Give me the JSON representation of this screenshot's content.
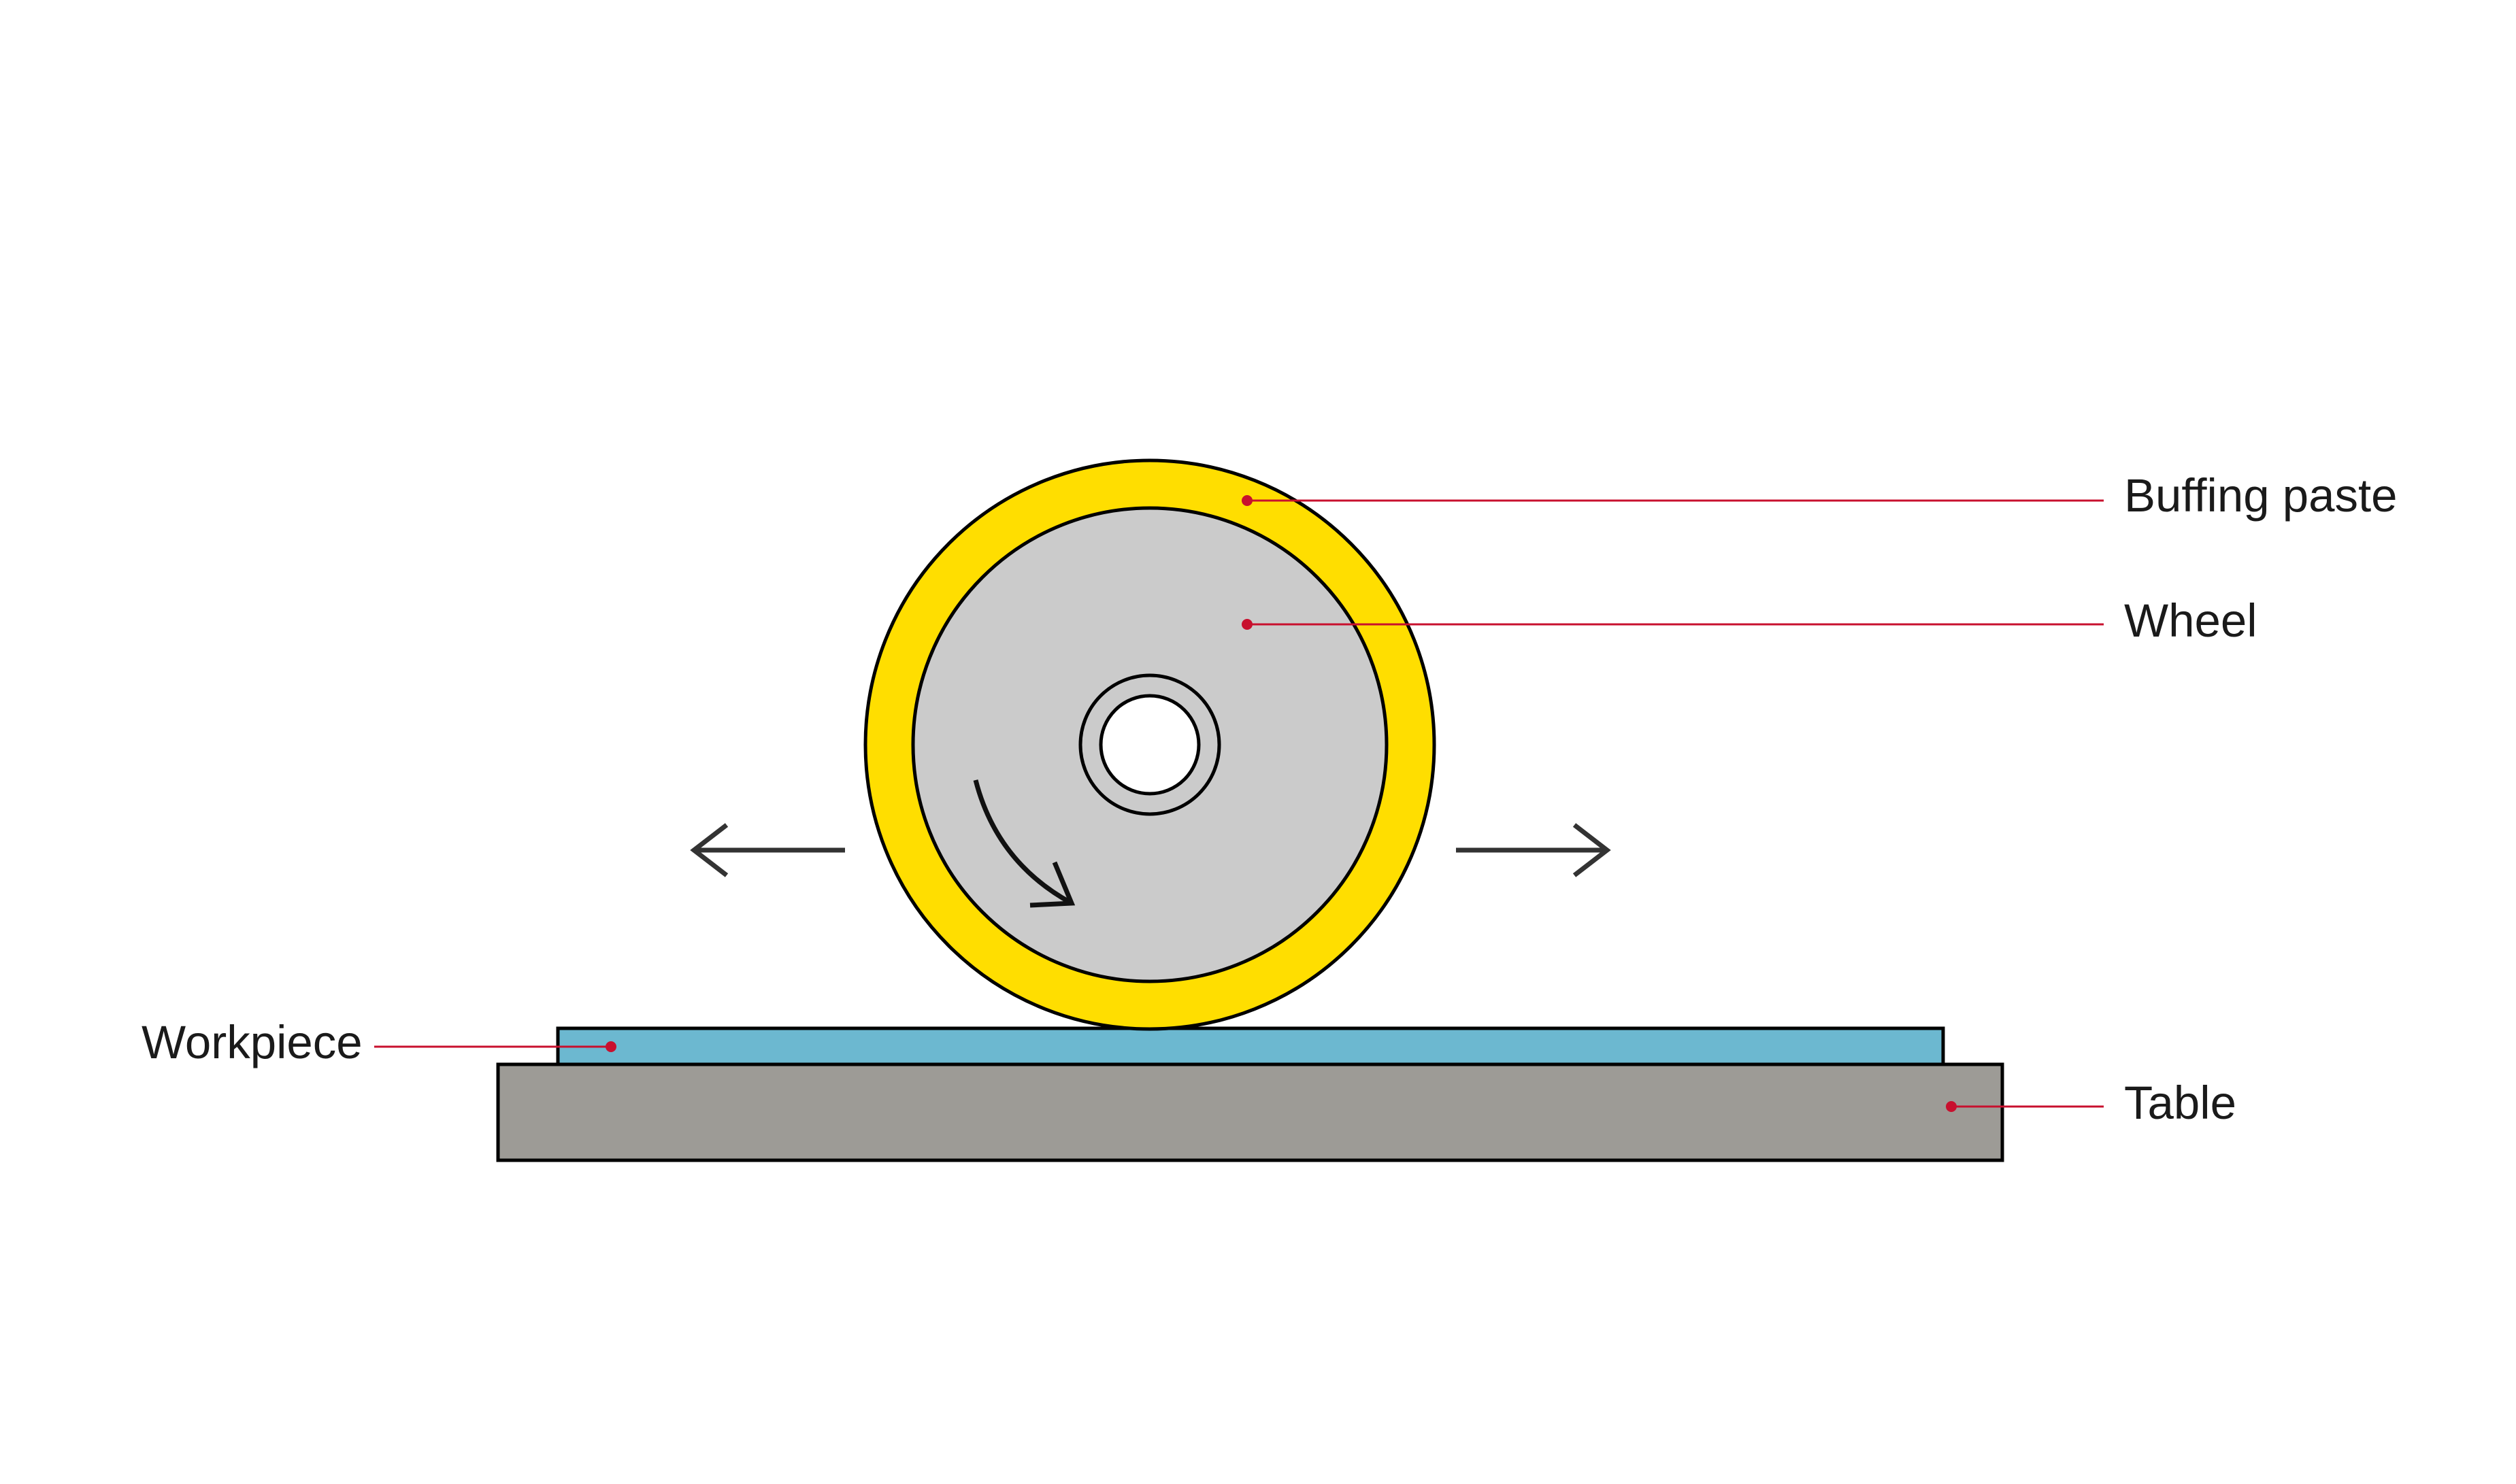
{
  "labels": {
    "buffing_paste": "Buffing paste",
    "wheel": "Wheel",
    "workpiece": "Workpiece",
    "table": "Table"
  },
  "colors": {
    "buffing_paste": "#FFDE00",
    "wheel": "#CBCBCB",
    "workpiece": "#6CB8D0",
    "table": "#9D9B96",
    "leader_line": "#C8102E",
    "outline": "#000000",
    "arrow": "#333333"
  },
  "icons": {
    "rotation": "clockwise-rotation-arrow",
    "motion_left": "arrow-left-icon",
    "motion_right": "arrow-right-icon"
  }
}
